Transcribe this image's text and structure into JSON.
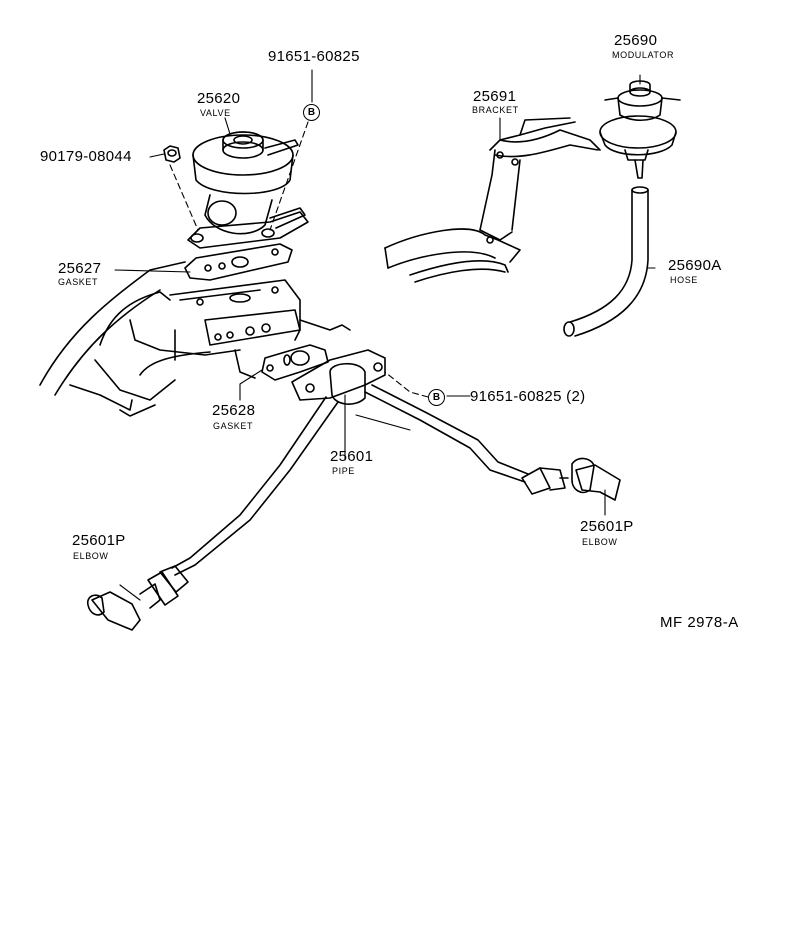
{
  "parts": {
    "bolt_top": {
      "number": "91651-60825"
    },
    "valve": {
      "number": "25620",
      "name": "VALVE"
    },
    "nut": {
      "number": "90179-08044"
    },
    "gasket_upper": {
      "number": "25627",
      "name": "GASKET"
    },
    "gasket_lower": {
      "number": "25628",
      "name": "GASKET"
    },
    "bolt_pipe": {
      "number": "91651-60825 (2)"
    },
    "pipe": {
      "number": "25601",
      "name": "PIPE"
    },
    "elbow_left": {
      "number": "25601P",
      "name": "ELBOW"
    },
    "elbow_right": {
      "number": "25601P",
      "name": "ELBOW"
    },
    "bracket": {
      "number": "25691",
      "name": "BRACKET"
    },
    "modulator": {
      "number": "25690",
      "name": "MODULATOR"
    },
    "hose": {
      "number": "25690A",
      "name": "HOSE"
    }
  },
  "markers": {
    "b_symbol": "B"
  },
  "reference_code": "MF 2978-A"
}
